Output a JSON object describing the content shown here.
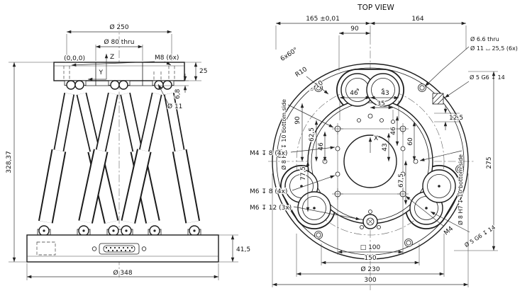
{
  "view_title": "TOP VIEW",
  "front": {
    "d250": "Ø 250",
    "d80_thru": "Ø 80 thru",
    "m8_6x": "M8 (6x)",
    "origin": "(0,0,0)",
    "axis_z": "Z",
    "axis_y": "Y",
    "plate_thickness": "25",
    "step_height": "6,8",
    "d11": "Ø 11",
    "total_height": "328,37",
    "base_height": "41,5",
    "d348": "Ø 348"
  },
  "top": {
    "d165": "165 ±0,01",
    "d164": "164",
    "d90_top": "90",
    "note_6x60": "6x60°",
    "r10": "R10",
    "cs10": "⌵ 10",
    "d8h7_left": "Ø 8 H7 ↧ 10 bottom side",
    "d8h7_right": "Ø 8 H7 ↧ 10 bottom side",
    "d66_thru": "Ø 6.6 thru",
    "d11_cb": "Ø 11 ⌴ 25,5 (6x)",
    "d5g6_top": "Ø 5 G6 ↧ 14",
    "d5g6_bottom": "Ø 5 G6 ↧ 14",
    "d46_top": "46",
    "d43_top": "43",
    "d35": "35",
    "d90_left": "90",
    "d62_5": "62,5",
    "d46_left": "46",
    "d77_5": "77,5",
    "d43_right": "43",
    "d46_right": "46",
    "d60": "60",
    "d67_5": "67,5",
    "d12_5": "12,5",
    "d275": "275",
    "m4_8_4x": "M4 ↧ 8 (4x)",
    "m6_8_4x": "M6 ↧ 8 (4x)",
    "m6_12_3x": "M6 ↧ 12 (3x)",
    "m4": "M4",
    "sq100": "□ 100",
    "d150": "150",
    "d230": "Ø 230",
    "d300": "300",
    "axis_x": "X"
  }
}
